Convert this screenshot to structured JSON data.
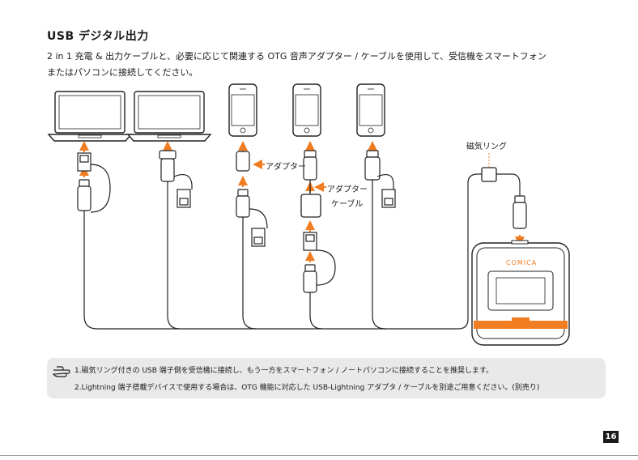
{
  "title": "USB デジタル出力",
  "intro": {
    "line1": "2 in 1 充電 & 出力ケーブルと、必要に応じて関連する OTG 音声アダプター / ケーブルを使用して、受信機をスマートフォン",
    "line2": "またはパソコンに接続してください。"
  },
  "labels": {
    "adapter": "アダプター",
    "adapter_cable_1": "アダプター",
    "adapter_cable_2": "ケーブル",
    "magnetic_ring": "磁気リング"
  },
  "receiver": {
    "brand": "COMICA"
  },
  "notes": {
    "note1": "1.磁気リング付きの USB 端子側を受信機に接続し、もう一方をスマートフォン / ノートパソコンに接続することを推奨します。",
    "note2": "2.Lightning 端子搭載デバイスで使用する場合は、OTG 機能に対応した USB-Lightning アダプタ / ケーブルを別途ご用意ください。(別売り)"
  },
  "page_number": "16",
  "colors": {
    "accent": "#f07d22",
    "text": "#1a1a1a",
    "note_bg": "#e9e9e9"
  }
}
